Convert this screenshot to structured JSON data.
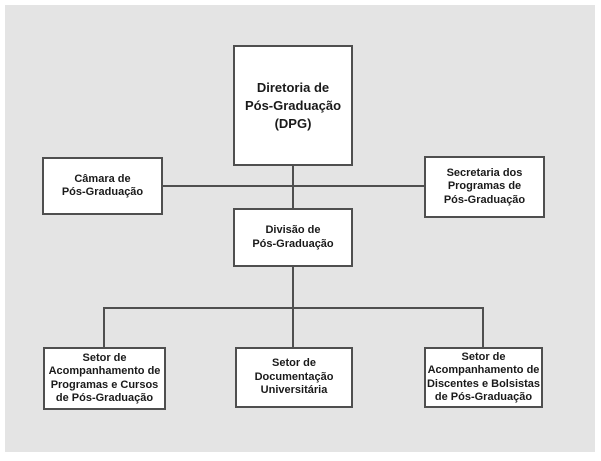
{
  "diagram": {
    "type": "org-chart",
    "colors": {
      "background": "#e4e4e4",
      "node_fill": "#ffffff",
      "node_border": "#4f4f4f",
      "connector_line": "#4f4f4f",
      "text": "#1a1a1a"
    },
    "nodes": [
      {
        "id": "dpg",
        "label": "Diretoria de\nPós-Graduação\n(DPG)"
      },
      {
        "id": "camara",
        "label": "Câmara de\nPós-Graduação"
      },
      {
        "id": "secretaria",
        "label": "Secretaria dos\nProgramas de\nPós-Graduação"
      },
      {
        "id": "divisao",
        "label": "Divisão de\nPós-Graduação"
      },
      {
        "id": "setor_programas",
        "label": "Setor de\nAcompanhamento de\nProgramas e Cursos\nde Pós-Graduação"
      },
      {
        "id": "setor_documentacao",
        "label": "Setor de\nDocumentação\nUniversitária"
      },
      {
        "id": "setor_discentes",
        "label": "Setor de\nAcompanhamento de\nDiscentes e Bolsistas\nde Pós-Graduação"
      }
    ],
    "edges": [
      {
        "from": "dpg",
        "to": "camara"
      },
      {
        "from": "dpg",
        "to": "secretaria"
      },
      {
        "from": "dpg",
        "to": "divisao"
      },
      {
        "from": "divisao",
        "to": "setor_programas"
      },
      {
        "from": "divisao",
        "to": "setor_documentacao"
      },
      {
        "from": "divisao",
        "to": "setor_discentes"
      }
    ]
  }
}
